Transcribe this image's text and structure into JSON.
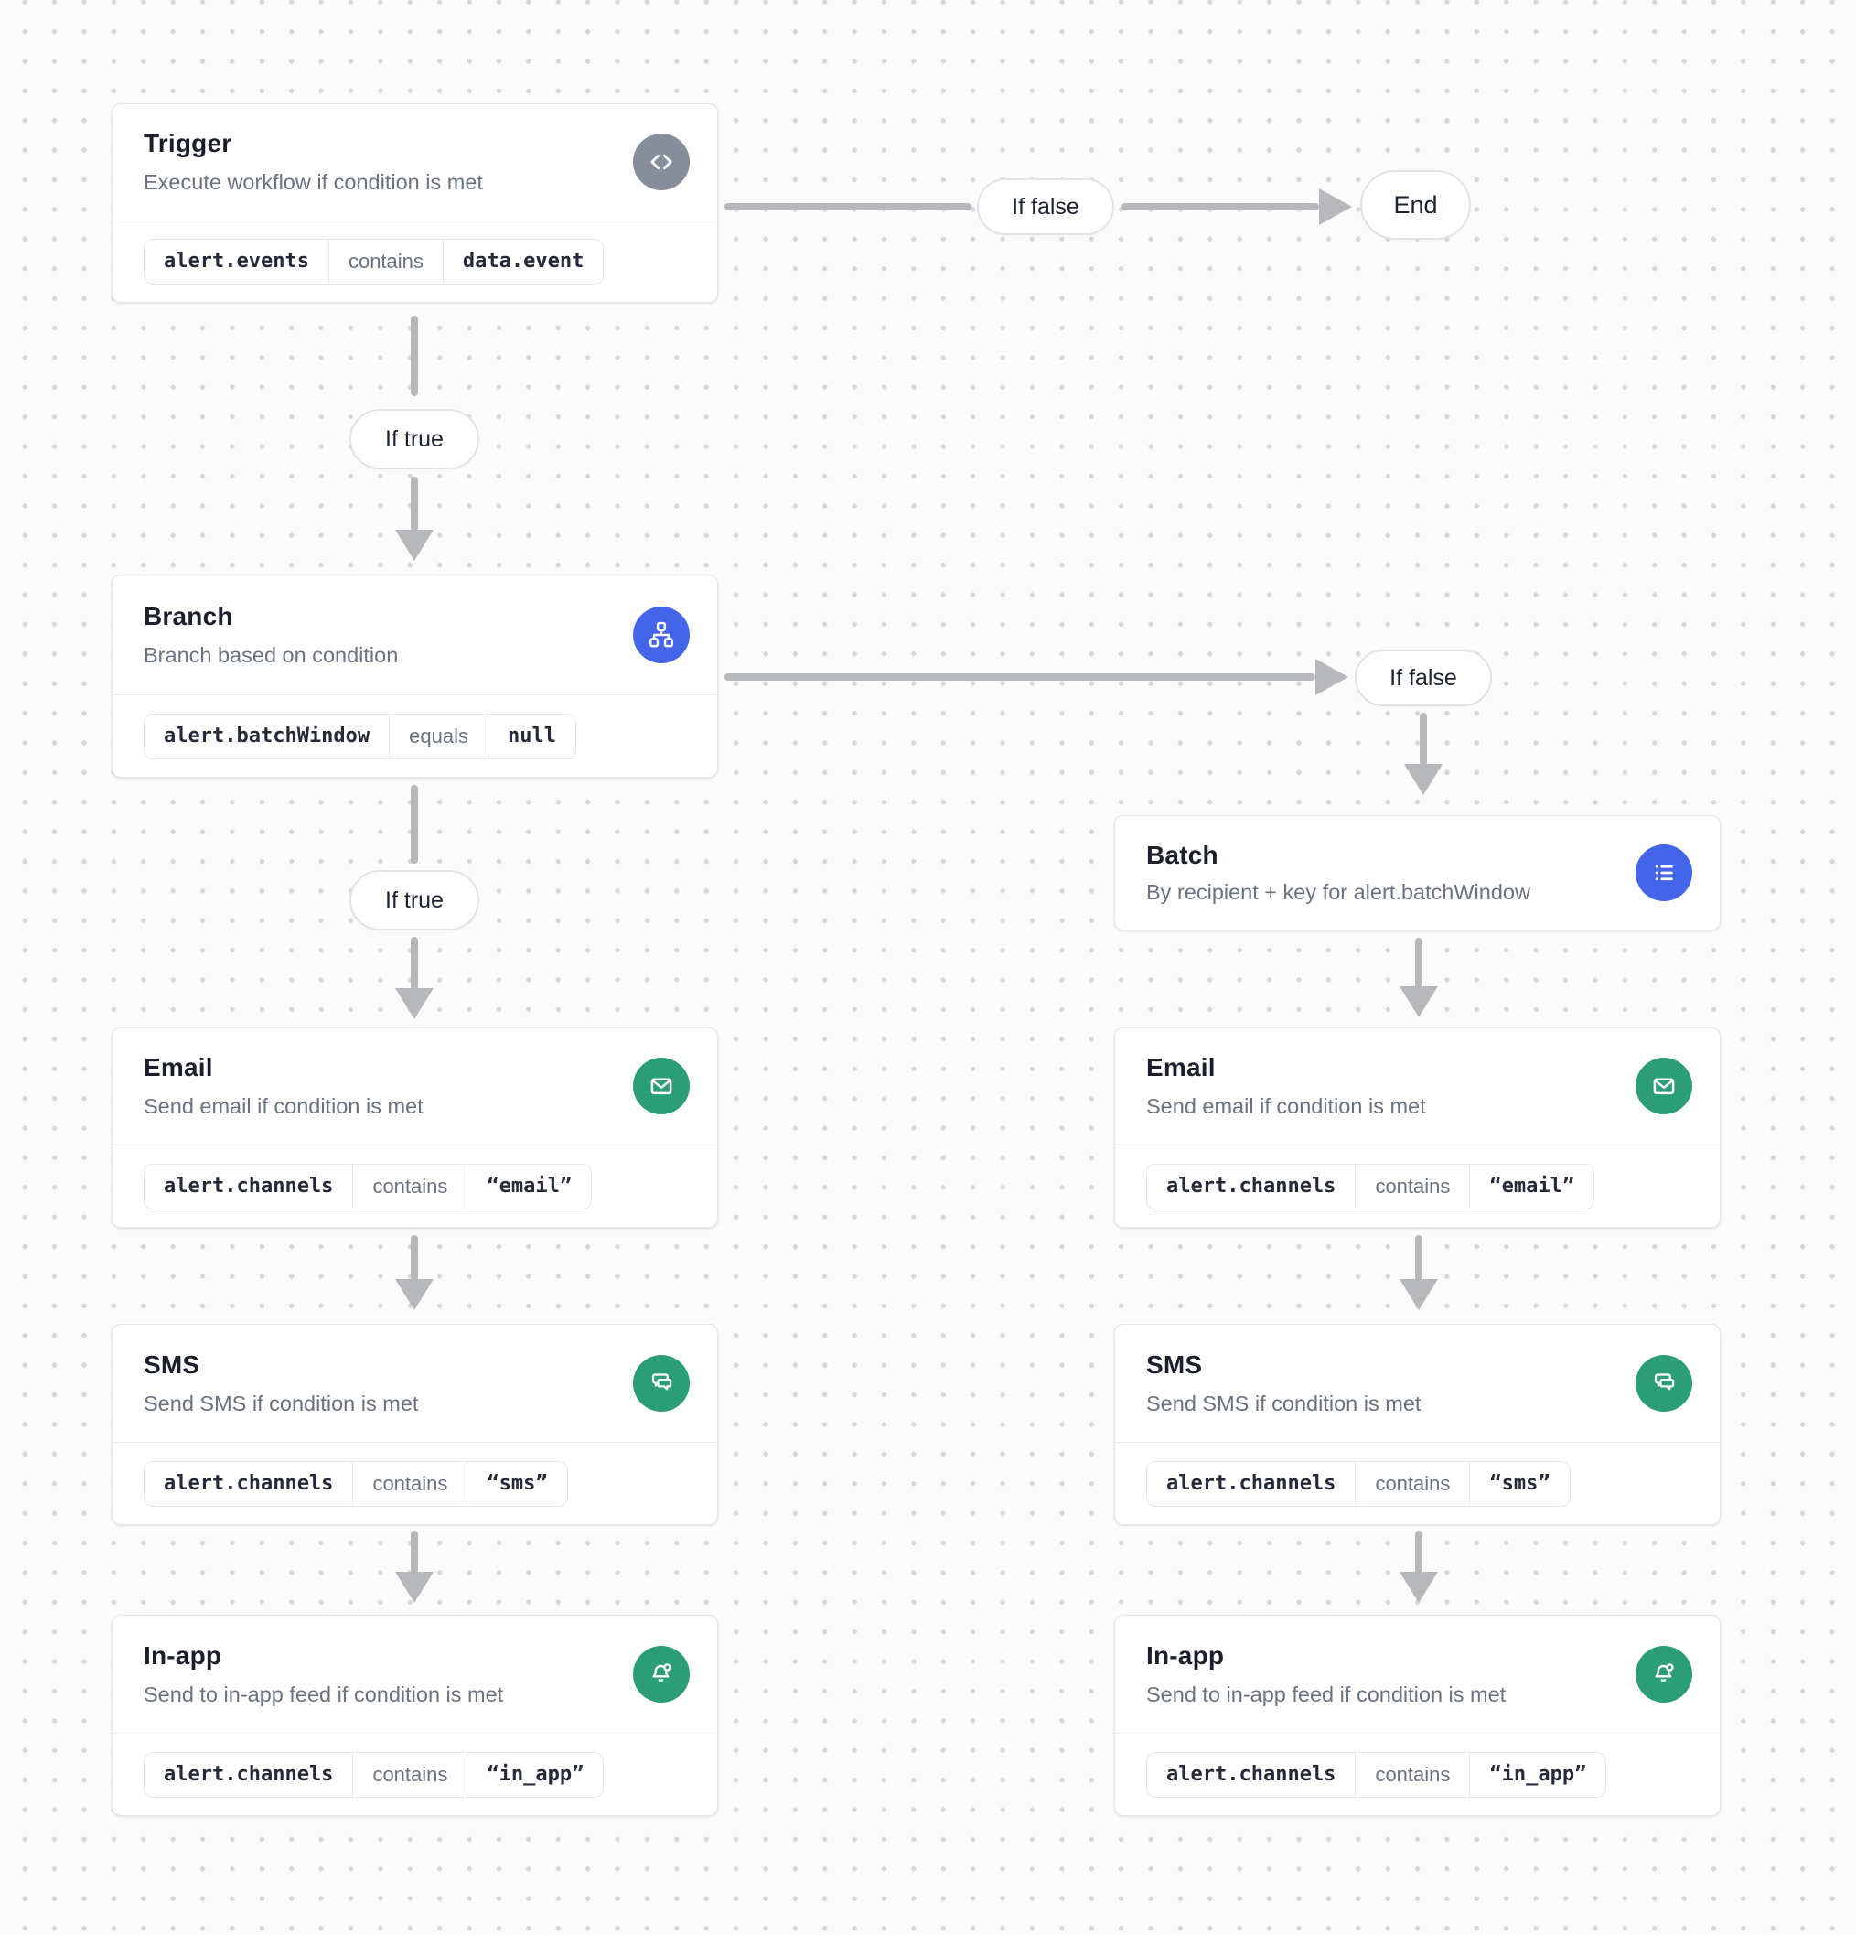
{
  "labels": {
    "if_true": "If true",
    "if_false": "If false",
    "end": "End"
  },
  "nodes": {
    "trigger": {
      "title": "Trigger",
      "subtitle": "Execute workflow if condition is met",
      "icon": "code-icon",
      "condition": [
        "alert.events",
        "contains",
        "data.event"
      ]
    },
    "branch": {
      "title": "Branch",
      "subtitle": "Branch based on condition",
      "icon": "branch-icon",
      "condition": [
        "alert.batchWindow",
        "equals",
        "null"
      ]
    },
    "batch": {
      "title": "Batch",
      "subtitle": "By recipient + key for alert.batchWindow",
      "icon": "list-icon"
    },
    "email_left": {
      "title": "Email",
      "subtitle": "Send email if condition is met",
      "icon": "mail-icon",
      "condition": [
        "alert.channels",
        "contains",
        "“email”"
      ]
    },
    "sms_left": {
      "title": "SMS",
      "subtitle": "Send SMS if condition is met",
      "icon": "chat-bubbles-icon",
      "condition": [
        "alert.channels",
        "contains",
        "“sms”"
      ]
    },
    "inapp_left": {
      "title": "In-app",
      "subtitle": "Send to in-app feed if condition is met",
      "icon": "bell-badge-icon",
      "condition": [
        "alert.channels",
        "contains",
        "“in_app”"
      ]
    },
    "email_right": {
      "title": "Email",
      "subtitle": "Send email if condition is met",
      "icon": "mail-icon",
      "condition": [
        "alert.channels",
        "contains",
        "“email”"
      ]
    },
    "sms_right": {
      "title": "SMS",
      "subtitle": "Send SMS if condition is met",
      "icon": "chat-bubbles-icon",
      "condition": [
        "alert.channels",
        "contains",
        "“sms”"
      ]
    },
    "inapp_right": {
      "title": "In-app",
      "subtitle": "Send to in-app feed if condition is met",
      "icon": "bell-badge-icon",
      "condition": [
        "alert.channels",
        "contains",
        "“in_app”"
      ]
    }
  },
  "edges": [
    {
      "from": "trigger",
      "label": "If false",
      "to": "end"
    },
    {
      "from": "trigger",
      "label": "If true",
      "to": "branch"
    },
    {
      "from": "branch",
      "label": "If false",
      "to": "batch"
    },
    {
      "from": "branch",
      "label": "If true",
      "to": "email_left"
    },
    {
      "from": "email_left",
      "to": "sms_left"
    },
    {
      "from": "sms_left",
      "to": "inapp_left"
    },
    {
      "from": "batch",
      "to": "email_right"
    },
    {
      "from": "email_right",
      "to": "sms_right"
    },
    {
      "from": "sms_right",
      "to": "inapp_right"
    }
  ],
  "colors": {
    "accent_blue": "#4465e8",
    "accent_green": "#2b9d77",
    "trigger_gray": "#868e9c",
    "arrow_gray": "#b7b8bc",
    "node_border": "#e3e5e9",
    "title_text": "#1a1f2b",
    "subtitle_text": "#6a7280",
    "background": "#fbfbfb",
    "grid_dot": "#d8d8dc"
  }
}
